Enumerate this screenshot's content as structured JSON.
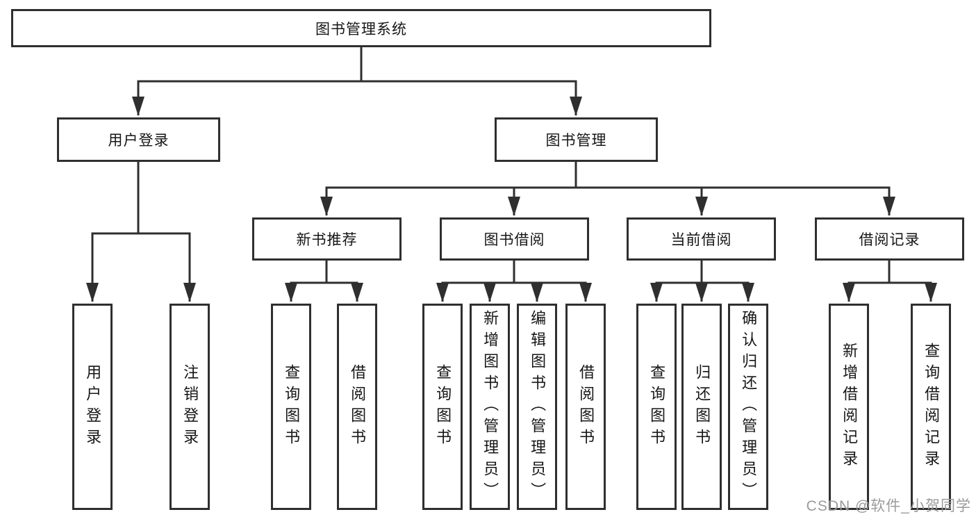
{
  "diagram": {
    "title": "图书管理系统",
    "root": "图书管理系统",
    "level2": {
      "login": "用户登录",
      "management": "图书管理"
    },
    "level3": {
      "recommend": "新书推荐",
      "borrow": "图书借阅",
      "current": "当前借阅",
      "records": "借阅记录"
    },
    "leaves": {
      "login": [
        "用户登录",
        "注销登录"
      ],
      "recommend": [
        "查询图书",
        "借阅图书"
      ],
      "borrow": [
        "查询图书",
        "新增图书（管理员）",
        "编辑图书（管理员）",
        "借阅图书"
      ],
      "current": [
        "查询图书",
        "归还图书",
        "确认归还（管理员）"
      ],
      "records": [
        "新增借阅记录",
        "查询借阅记录"
      ]
    }
  },
  "watermark": "CSDN @软件_小贺同学",
  "colors": {
    "line": "#2f2f2f",
    "box_border": "#2f2f2f",
    "box_fill": "#ffffff",
    "text": "#161616",
    "watermark": "#9b9b9b",
    "background": "#ffffff"
  }
}
